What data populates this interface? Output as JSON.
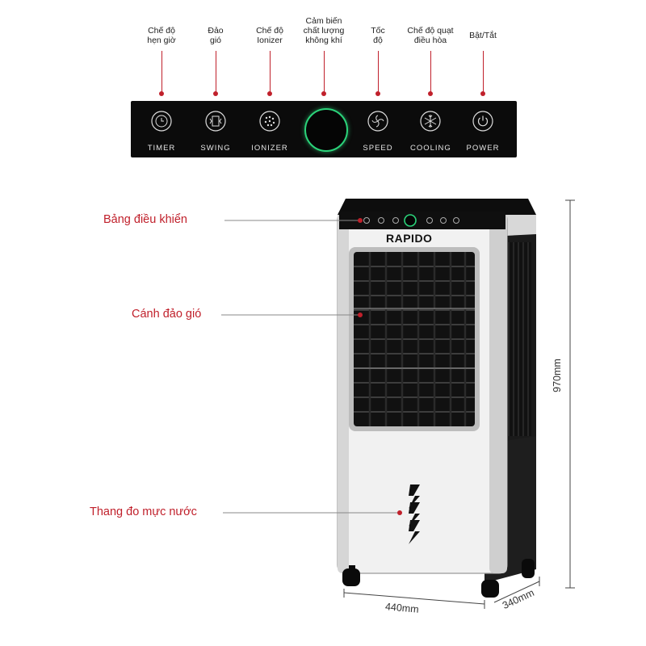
{
  "callouts": [
    {
      "label": "Chế độ\nhẹn giờ"
    },
    {
      "label": "Đảo\ngió"
    },
    {
      "label": "Chế độ\nIonizer"
    },
    {
      "label": "Cảm biến\nchất lượng\nkhông khí"
    },
    {
      "label": "Tốc\nđộ"
    },
    {
      "label": "Chế độ quạt\nđiều hòa"
    },
    {
      "label": "Bật/Tắt"
    }
  ],
  "panel_buttons": [
    {
      "label": "TIMER",
      "icon": "clock-icon"
    },
    {
      "label": "SWING",
      "icon": "swing-icon"
    },
    {
      "label": "IONIZER",
      "icon": "ionizer-icon"
    },
    {
      "label": "SPEED",
      "icon": "fan-icon"
    },
    {
      "label": "COOLING",
      "icon": "snowflake-icon"
    },
    {
      "label": "POWER",
      "icon": "power-icon"
    }
  ],
  "product": {
    "brand": "RAPIDO",
    "labels": {
      "control_panel": "Bảng điều khiển",
      "louver": "Cánh đảo gió",
      "water_gauge": "Thang đo mực nước"
    },
    "dims": {
      "height": "970mm",
      "width": "440mm",
      "depth": "340mm"
    }
  },
  "colors": {
    "accent": "#c0202b",
    "panel": "#0b0b0b",
    "sensor_ring": "#2bd37a"
  }
}
